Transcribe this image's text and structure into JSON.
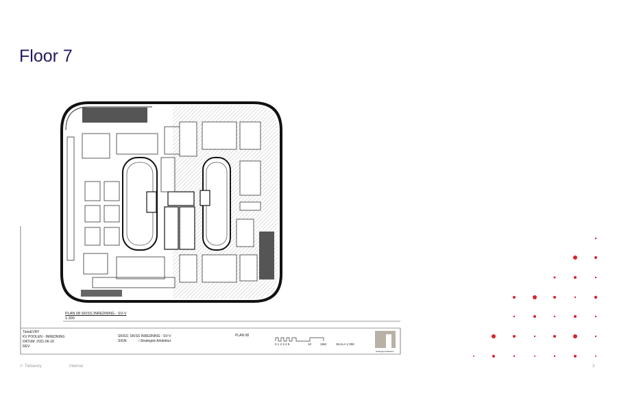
{
  "slide": {
    "title": "Floor 7",
    "footer_brand": "Tietoevry",
    "footer_classification": "Internal",
    "page_number": "3"
  },
  "drawing": {
    "plan_caption": "PLAN 08 SKISS INREDNING - SV-V",
    "plan_scale": "1:300",
    "title_block": {
      "company": "TietoEVRY",
      "project": "KV POOLEN - INREDNING",
      "date": "DATUM: 2021-06-18",
      "rev": "REV:",
      "sheet_title": "SKISS: SKISS INREDNING - SV-V",
      "sign": "SIGN:",
      "architect": "/ Strategisk Arkitektur",
      "plan_label": "PLAN 08",
      "scale_numbers": "0 1 2 3 4 5",
      "scale_10": "10",
      "scale_15": "15M",
      "scale_text": "SKALA 1:300",
      "firm_caption": "Strategisk Arkitektur"
    }
  },
  "colors": {
    "title": "#1f1a5e",
    "dots": "#d9232e",
    "plan_line": "#222222",
    "hatch": "#b5b5b5"
  }
}
